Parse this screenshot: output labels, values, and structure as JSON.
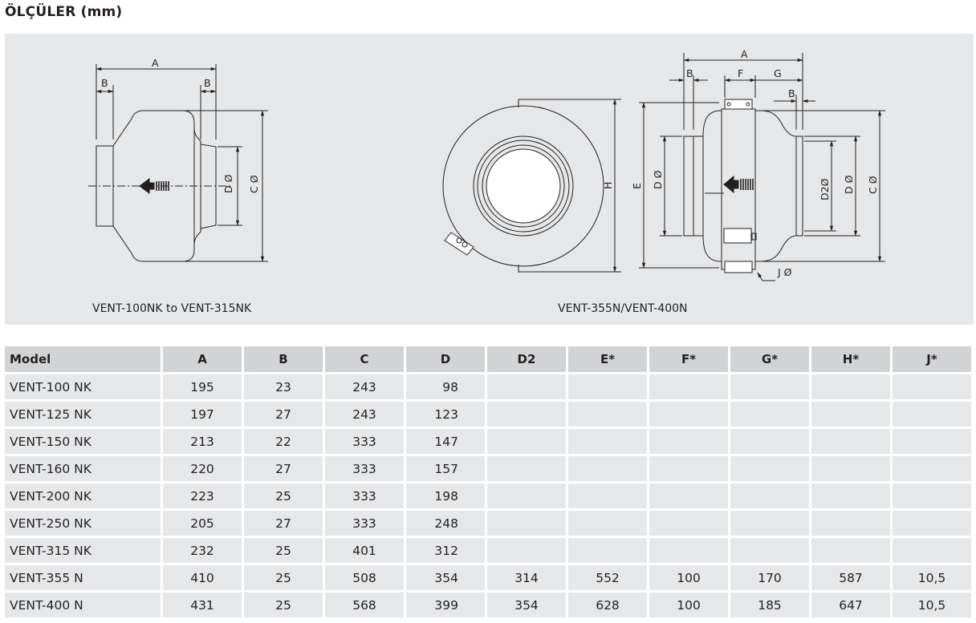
{
  "page_title": "ÖLÇÜLER (mm)",
  "drawings": {
    "left_caption": "VENT-100NK to VENT-315NK",
    "right_caption": "VENT-355N/VENT-400N",
    "left_labels": {
      "a": "A",
      "b_left": "B",
      "b_right": "B",
      "d": "D Ø",
      "c": "C Ø"
    },
    "right_labels": {
      "a": "A",
      "b_left": "B",
      "f": "F",
      "g": "G",
      "b_right": "B",
      "h": "H",
      "e": "E",
      "d": "D Ø",
      "d2": "D2Ø",
      "d_right": "D Ø",
      "c": "C Ø",
      "j": "J Ø"
    }
  },
  "table": {
    "headers": [
      "Model",
      "A",
      "B",
      "C",
      "D",
      "D2",
      "E*",
      "F*",
      "G*",
      "H*",
      "J*"
    ],
    "rows": [
      [
        "VENT-100 NK",
        "195",
        "23",
        "243",
        "98",
        "",
        "",
        "",
        "",
        "",
        ""
      ],
      [
        "VENT-125 NK",
        "197",
        "27",
        "243",
        "123",
        "",
        "",
        "",
        "",
        "",
        ""
      ],
      [
        "VENT-150 NK",
        "213",
        "22",
        "333",
        "147",
        "",
        "",
        "",
        "",
        "",
        ""
      ],
      [
        "VENT-160 NK",
        "220",
        "27",
        "333",
        "157",
        "",
        "",
        "",
        "",
        "",
        ""
      ],
      [
        "VENT-200 NK",
        "223",
        "25",
        "333",
        "198",
        "",
        "",
        "",
        "",
        "",
        ""
      ],
      [
        "VENT-250 NK",
        "205",
        "27",
        "333",
        "248",
        "",
        "",
        "",
        "",
        "",
        ""
      ],
      [
        "VENT-315 NK",
        "232",
        "25",
        "401",
        "312",
        "",
        "",
        "",
        "",
        "",
        ""
      ],
      [
        "VENT-355 N",
        "410",
        "25",
        "508",
        "354",
        "314",
        "552",
        "100",
        "170",
        "587",
        "10,5"
      ],
      [
        "VENT-400 N",
        "431",
        "25",
        "568",
        "399",
        "354",
        "628",
        "100",
        "185",
        "647",
        "10,5"
      ]
    ]
  }
}
